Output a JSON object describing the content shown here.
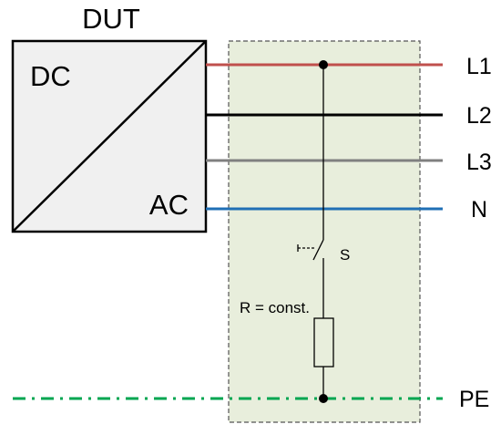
{
  "device": {
    "title": "DUT",
    "dc_label": "DC",
    "ac_label": "AC"
  },
  "lines": [
    {
      "label": "L1",
      "color": "#c0504d"
    },
    {
      "label": "L2",
      "color": "#000000"
    },
    {
      "label": "L3",
      "color": "#808080"
    },
    {
      "label": "N",
      "color": "#1f6fb5"
    }
  ],
  "earth": {
    "label": "PE",
    "color": "#00a651"
  },
  "switch": {
    "label": "S"
  },
  "resistor": {
    "label": "R = const."
  },
  "test_zone": {
    "fill": "#e8eedc",
    "border": "#555555"
  }
}
